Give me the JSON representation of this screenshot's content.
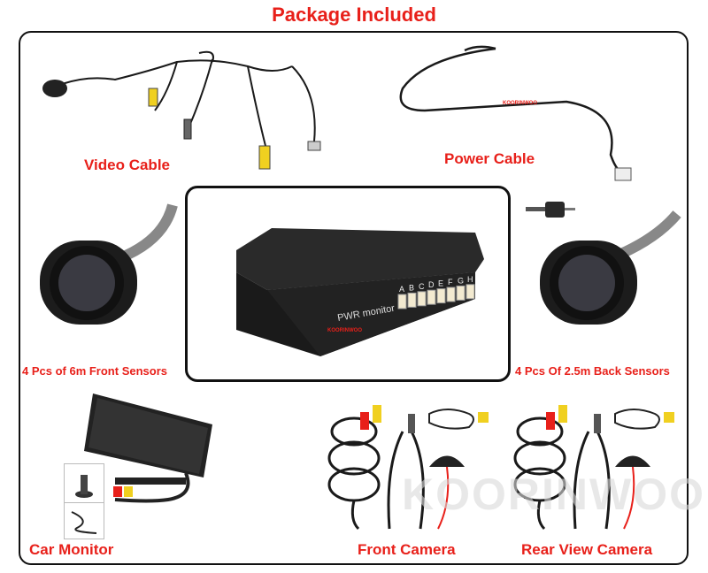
{
  "title": "Package Included",
  "labels": {
    "video_cable": "Video Cable",
    "power_cable": "Power Cable",
    "front_sensors": "4 Pcs of 6m Front Sensors",
    "back_sensors": "4 Pcs Of 2.5m Back Sensors",
    "car_monitor": "Car Monitor",
    "front_camera": "Front Camera",
    "rear_camera": "Rear View Camera"
  },
  "control_unit": {
    "model_text": "PWR monitor",
    "ports": [
      "A",
      "B",
      "C",
      "D",
      "E",
      "F",
      "G",
      "H"
    ]
  },
  "brand": "KOORINWOO",
  "colors": {
    "accent_red": "#e8201a",
    "border": "#111111",
    "background": "#ffffff"
  }
}
